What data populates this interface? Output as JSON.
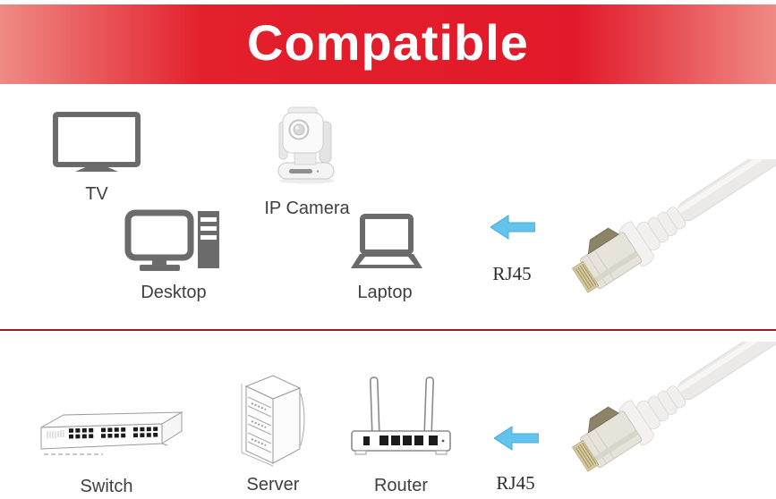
{
  "banner": {
    "title": "Compatible"
  },
  "colors": {
    "banner_red_center": "#e2192a",
    "banner_red_edge": "#ef8a84",
    "divider_red": "#9e1b26",
    "icon_gray": "#6b6b6b",
    "lineart_gray": "#9a9a9a",
    "arrow_blue": "#62c4ec",
    "label_color": "#3f3f3f"
  },
  "icons": [
    "tv-icon",
    "ip-camera-icon",
    "desktop-icon",
    "laptop-icon",
    "left-arrow-icon",
    "rj45-cable-photo",
    "switch-icon",
    "server-icon",
    "router-icon"
  ],
  "top_section": {
    "devices": {
      "tv": {
        "label": "TV"
      },
      "ip_camera": {
        "label": "IP Camera"
      },
      "desktop": {
        "label": "Desktop"
      },
      "laptop": {
        "label": "Laptop"
      }
    },
    "connector_label": "RJ45"
  },
  "bottom_section": {
    "devices": {
      "switch": {
        "label": "Switch"
      },
      "server": {
        "label": "Server"
      },
      "router": {
        "label": "Router"
      }
    },
    "connector_label": "RJ45"
  }
}
